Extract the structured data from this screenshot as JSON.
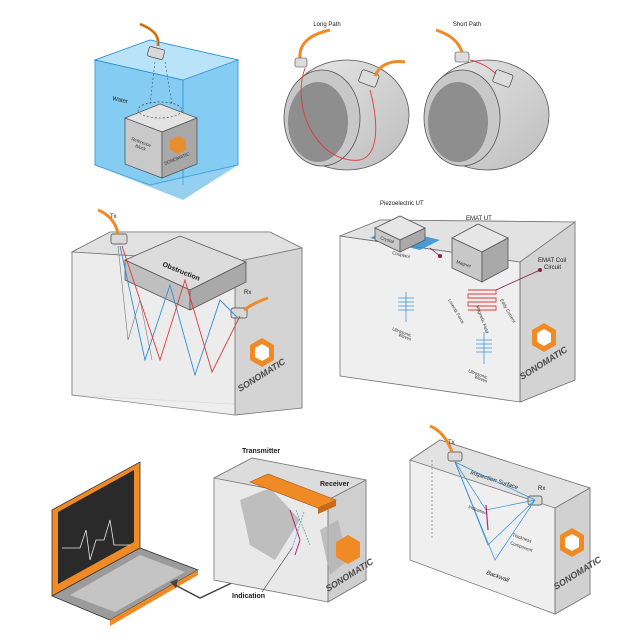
{
  "panel1": {
    "water": "Water",
    "block_line1": "Reference",
    "block_line2": "Block",
    "brand": "SONOMATIC"
  },
  "panel2": {
    "long": "Long Path",
    "short": "Short Path"
  },
  "panel3": {
    "tx": "Tx",
    "rx": "Rx",
    "obstruction": "Obstruction",
    "brand": "SONOMATIC"
  },
  "panel4": {
    "piezo": "Piezoelectric UT",
    "emat": "EMAT UT",
    "crystal": "Crystal",
    "magnet": "Magnet",
    "couplant": "Couplant",
    "coil_line1": "EMAT Coil",
    "coil_line2": "Circuit",
    "ut_waves_1": "Ultrasonic",
    "ut_waves_2": "Waves",
    "ut_waves_b1": "Ultrasonic",
    "ut_waves_b2": "Waves",
    "eddy": "Eddy Current",
    "lorentz": "Lorentz Force",
    "mag_field": "Magnetic Field",
    "brand": "SONOMATIC"
  },
  "panel5": {
    "transmitter": "Transmitter",
    "receiver": "Receiver",
    "indication": "Indication",
    "brand": "SONOMATIC"
  },
  "panel6": {
    "tx": "Tx",
    "rx": "Rx",
    "surface": "Inspection Surface",
    "indication": "Indication",
    "component": "Component",
    "thickness": "Thickness",
    "backwall": "Backwall",
    "brand": "SONOMATIC"
  },
  "colors": {
    "orange": "#f08a24",
    "blue": "#2f8fd6",
    "red": "#e03a3a",
    "gray": "#cfcfcf"
  }
}
